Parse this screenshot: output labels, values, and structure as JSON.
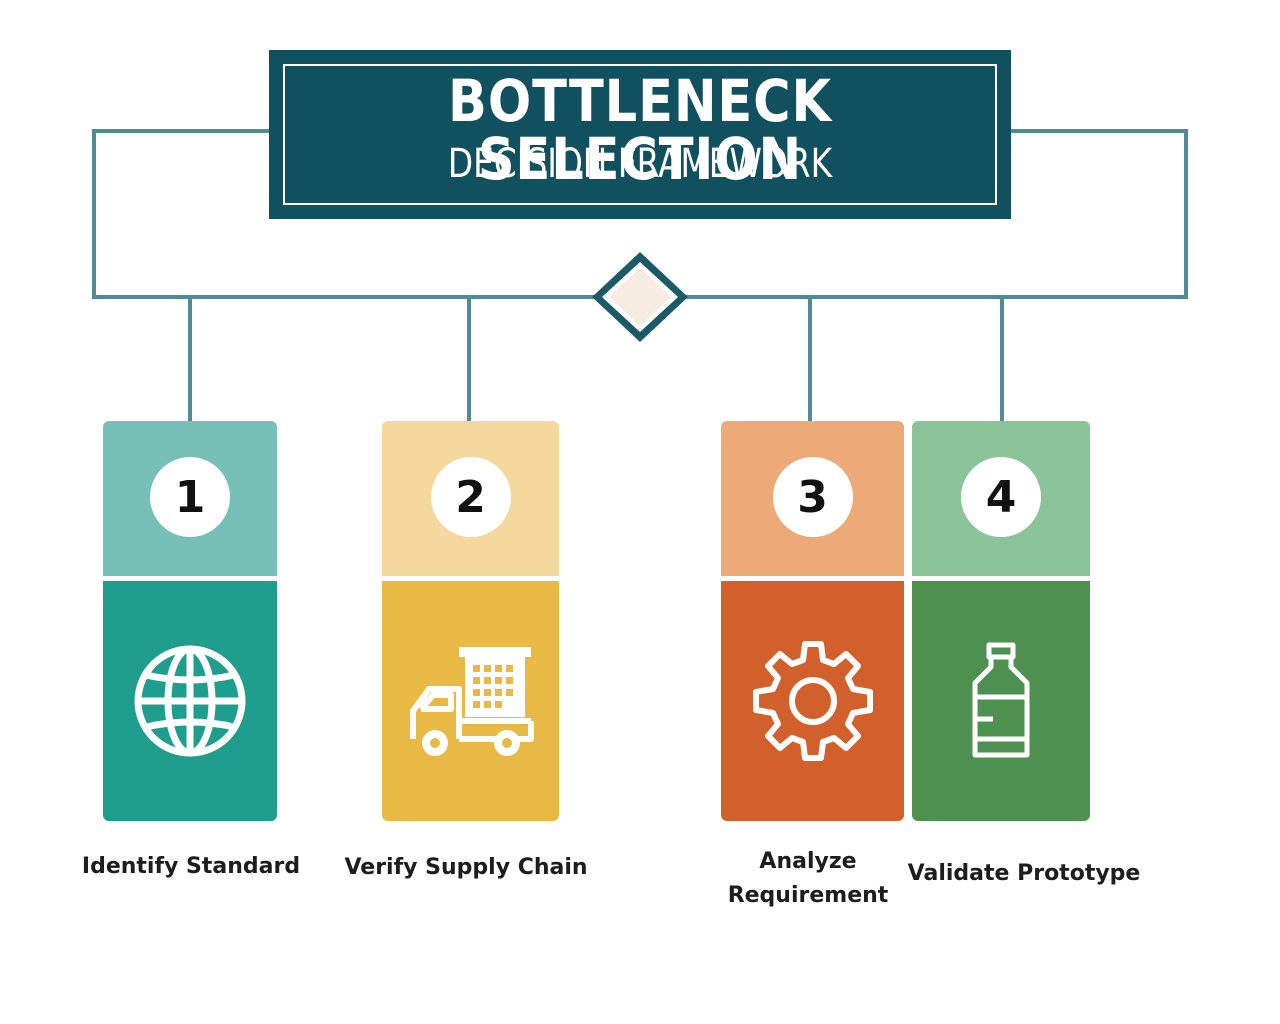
{
  "title": {
    "main": "BOTTLENECK SELECTION",
    "sub": "DECISION FRAMEWORK"
  },
  "colors": {
    "title_bg": "#11505f",
    "connector": "#4f8c96",
    "step1_top": "#76c0b8",
    "step1_bottom": "#1f9d8d",
    "step2_top": "#f4d89e",
    "step2_bottom": "#e8b945",
    "step3_top": "#ebaa78",
    "step3_bottom": "#d1602d",
    "step4_top": "#8cc49a",
    "step4_bottom": "#4e904f"
  },
  "steps": [
    {
      "number": "1",
      "label": "Identify Standard",
      "icon": "globe-icon"
    },
    {
      "number": "2",
      "label": "Verify Supply Chain",
      "icon": "truck-icon"
    },
    {
      "number": "3",
      "label": "Analyze Requirement",
      "label_line1": "Analyze",
      "label_line2": "Requirement",
      "icon": "gear-icon"
    },
    {
      "number": "4",
      "label": "Validate Prototype",
      "icon": "bottle-icon"
    }
  ]
}
